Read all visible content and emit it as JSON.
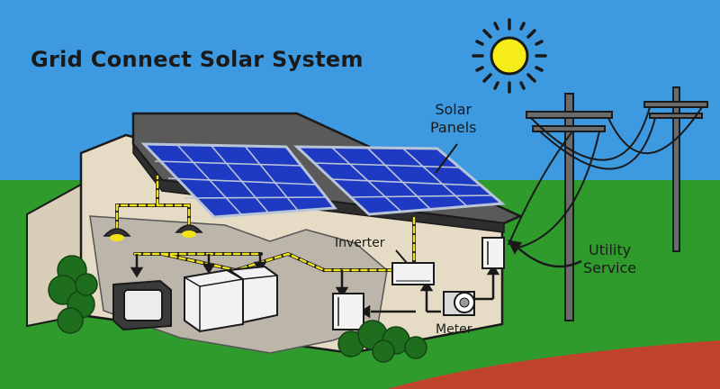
{
  "title": "Grid Connect  Solar System",
  "labels": {
    "solar_panels": [
      "Solar",
      "Panels"
    ],
    "utility_service": [
      "Utility",
      "Service"
    ],
    "inverter": "Inverter",
    "meter": "Meter"
  },
  "colors": {
    "sky": "#3e9ae0",
    "grass": "#2f9b2c",
    "dirt": "#c0442c",
    "sun": "#f5ec1a",
    "panel": "#1f3ac2",
    "wall": "#e6dcc5",
    "roof": "#3a3a3a",
    "wire": "#f2e21a"
  },
  "icons": [
    "sun-icon",
    "light-bulb-icon",
    "tv-icon",
    "washer-icon",
    "dryer-icon",
    "shrub-icon",
    "utility-pole-icon",
    "meter-icon",
    "inverter-box-icon"
  ]
}
